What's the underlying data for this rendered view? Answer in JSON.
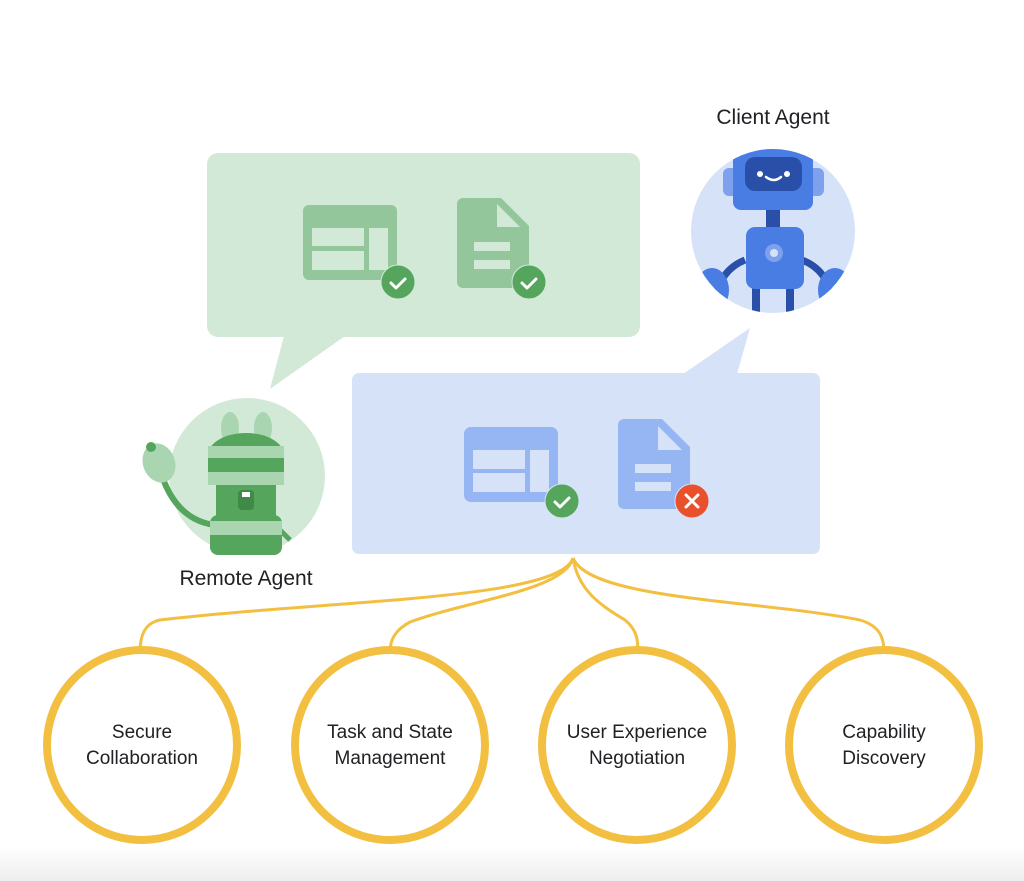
{
  "diagram": {
    "agents": {
      "client": {
        "label": "Client Agent",
        "icon": "blue-robot-icon"
      },
      "remote": {
        "label": "Remote Agent",
        "icon": "green-bunny-robot-icon"
      }
    },
    "bubbles": {
      "remote_bubble": {
        "items": [
          {
            "icon": "table-layout-icon",
            "status": "accepted",
            "badge": "check-icon"
          },
          {
            "icon": "document-icon",
            "status": "accepted",
            "badge": "check-icon"
          }
        ]
      },
      "client_bubble": {
        "items": [
          {
            "icon": "table-layout-icon",
            "status": "accepted",
            "badge": "check-icon"
          },
          {
            "icon": "document-icon",
            "status": "rejected",
            "badge": "x-icon"
          }
        ]
      }
    },
    "capabilities": [
      {
        "line1": "Secure",
        "line2": "Collaboration"
      },
      {
        "line1": "Task and State",
        "line2": "Management"
      },
      {
        "line1": "User Experience",
        "line2": "Negotiation"
      },
      {
        "line1": "Capability",
        "line2": "Discovery"
      }
    ],
    "colors": {
      "green_bubble": "#d3e9d7",
      "green_icon": "#93c69a",
      "green_badge": "#55a65c",
      "blue_bubble": "#d6e2f8",
      "blue_icon": "#96b5f3",
      "red_badge": "#e8512b",
      "gold": "#f2bf40",
      "robot_blue": "#4a7de3",
      "robot_dark": "#2a4fa8"
    }
  }
}
